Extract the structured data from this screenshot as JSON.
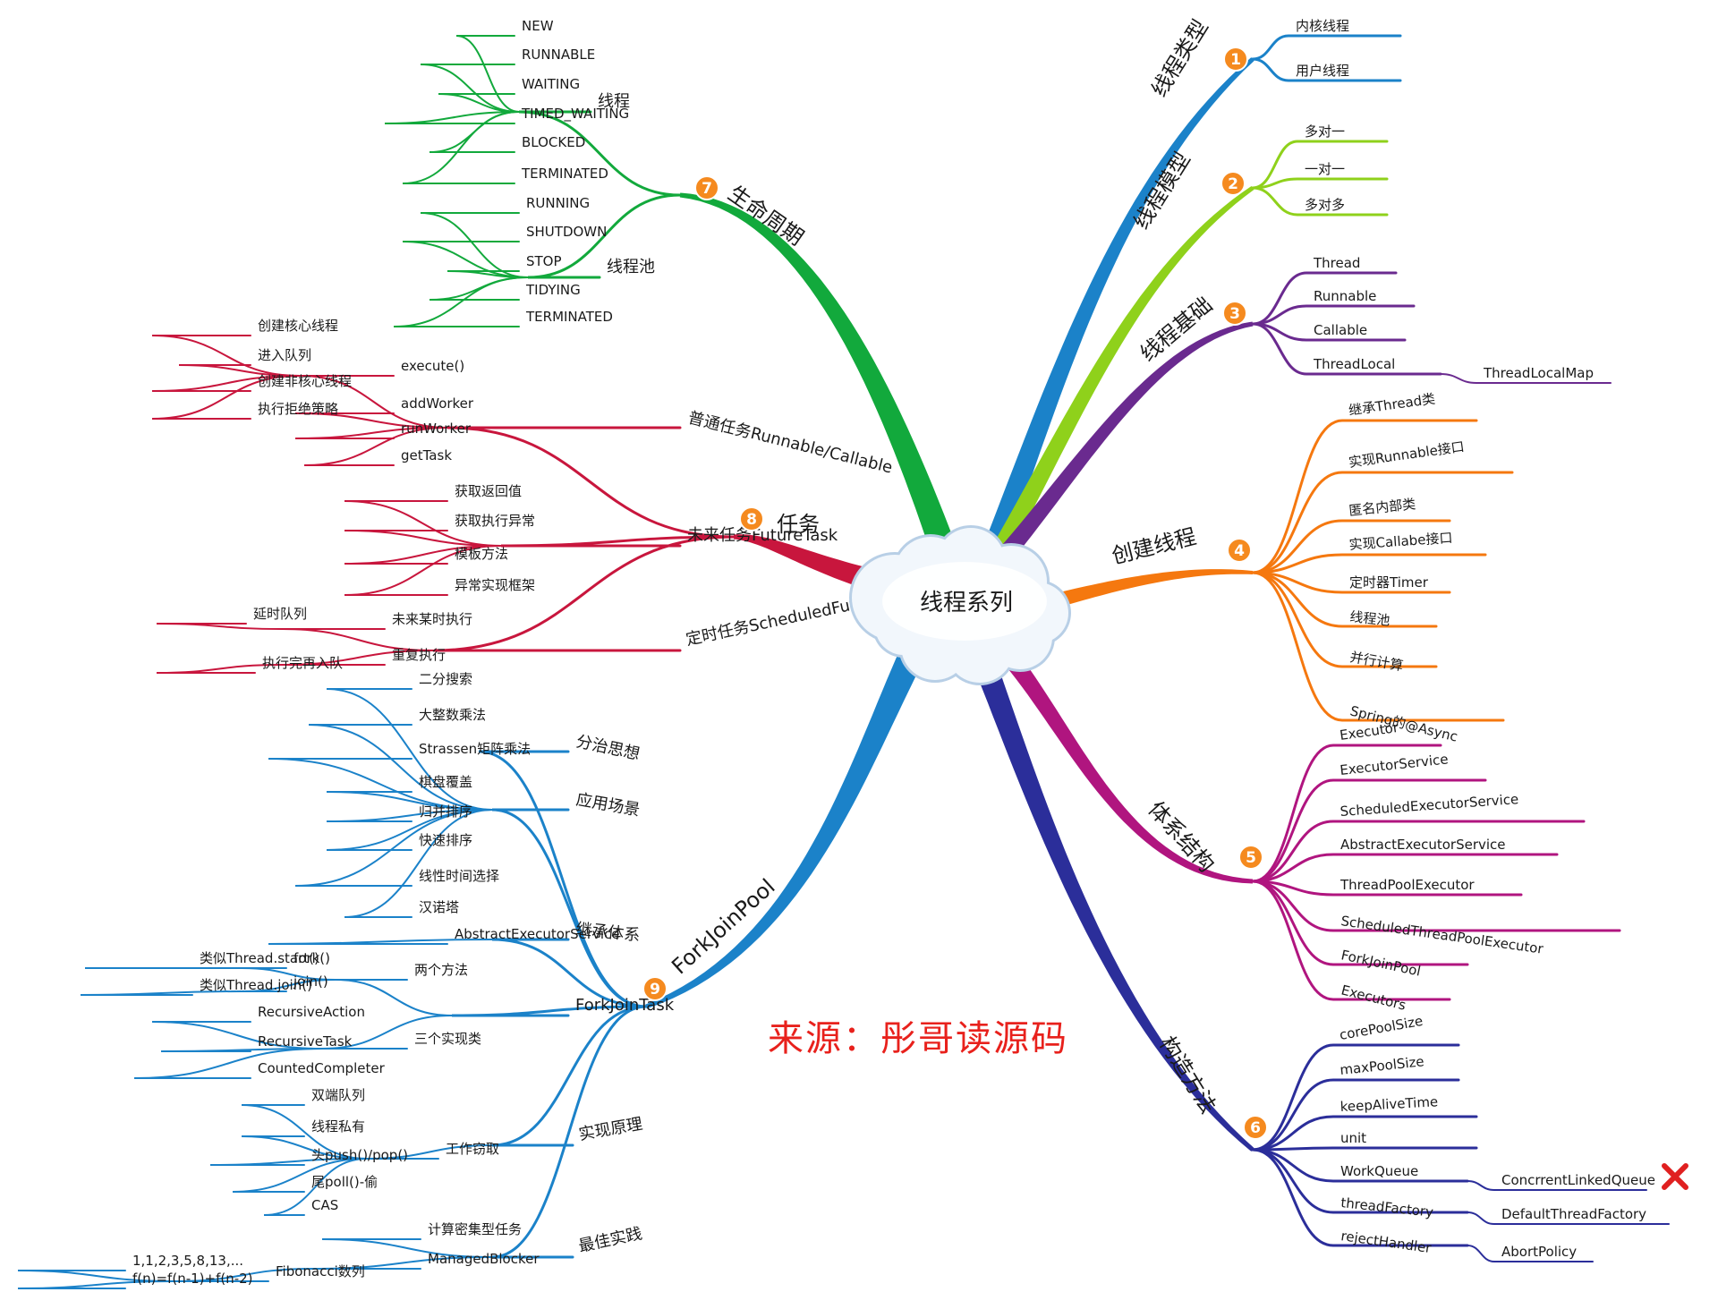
{
  "center": "线程系列",
  "watermark": "来源：彤哥读源码",
  "branches": [
    {
      "id": "b1",
      "number": "1",
      "label": "线程类型",
      "color": "#1b82c9",
      "children": [
        {
          "label": "内核线程"
        },
        {
          "label": "用户线程"
        }
      ]
    },
    {
      "id": "b2",
      "number": "2",
      "label": "线程模型",
      "color": "#8fd11b",
      "children": [
        {
          "label": "多对一"
        },
        {
          "label": "一对一"
        },
        {
          "label": "多对多"
        }
      ]
    },
    {
      "id": "b3",
      "number": "3",
      "label": "线程基础",
      "color": "#6a2a8f",
      "children": [
        {
          "label": "Thread"
        },
        {
          "label": "Runnable"
        },
        {
          "label": "Callable"
        },
        {
          "label": "ThreadLocal",
          "children": [
            {
              "label": "ThreadLocalMap"
            }
          ]
        }
      ]
    },
    {
      "id": "b4",
      "number": "4",
      "label": "创建线程",
      "color": "#f5780f",
      "children": [
        {
          "label": "继承Thread类"
        },
        {
          "label": "实现Runnable接口"
        },
        {
          "label": "匿名内部类"
        },
        {
          "label": "实现Callabe接口"
        },
        {
          "label": "定时器Timer"
        },
        {
          "label": "线程池"
        },
        {
          "label": "并行计算"
        },
        {
          "label": "Spring的@Async"
        }
      ]
    },
    {
      "id": "b5",
      "number": "5",
      "label": "体系结构",
      "color": "#b0157f",
      "children": [
        {
          "label": "Executor"
        },
        {
          "label": "ExecutorService"
        },
        {
          "label": "ScheduledExecutorService"
        },
        {
          "label": "AbstractExecutorService"
        },
        {
          "label": "ThreadPoolExecutor"
        },
        {
          "label": "ScheduledThreadPoolExecutor"
        },
        {
          "label": "ForkJoinPool"
        },
        {
          "label": "Executors"
        }
      ]
    },
    {
      "id": "b6",
      "number": "6",
      "label": "构造方法",
      "color": "#2b2e9a",
      "children": [
        {
          "label": "corePoolSize"
        },
        {
          "label": "maxPoolSize"
        },
        {
          "label": "keepAliveTime"
        },
        {
          "label": "unit"
        },
        {
          "label": "WorkQueue",
          "children": [
            {
              "label": "ConcrrentLinkedQueue"
            }
          ]
        },
        {
          "label": "threadFactory",
          "children": [
            {
              "label": "DefaultThreadFactory"
            }
          ]
        },
        {
          "label": "rejectHandler",
          "children": [
            {
              "label": "AbortPolicy"
            }
          ]
        }
      ]
    },
    {
      "id": "b7",
      "number": "7",
      "label": "生命周期",
      "color": "#12a93c",
      "children": [
        {
          "label": "线程",
          "children": [
            {
              "label": "NEW"
            },
            {
              "label": "RUNNABLE"
            },
            {
              "label": "WAITING"
            },
            {
              "label": "TIMED_WAITING"
            },
            {
              "label": "BLOCKED"
            },
            {
              "label": "TERMINATED"
            }
          ]
        },
        {
          "label": "线程池",
          "children": [
            {
              "label": "RUNNING"
            },
            {
              "label": "SHUTDOWN"
            },
            {
              "label": "STOP"
            },
            {
              "label": "TIDYING"
            },
            {
              "label": "TERMINATED"
            }
          ]
        }
      ]
    },
    {
      "id": "b8",
      "number": "8",
      "label": "任务",
      "color": "#c8163d",
      "children": [
        {
          "label": "普通任务Runnable/Callable",
          "children": [
            {
              "label": "execute()",
              "children": [
                {
                  "label": "创建核心线程"
                },
                {
                  "label": "进入队列"
                },
                {
                  "label": "创建非核心线程"
                },
                {
                  "label": "执行拒绝策略"
                }
              ]
            },
            {
              "label": "addWorker"
            },
            {
              "label": "runWorker"
            },
            {
              "label": "getTask"
            }
          ]
        },
        {
          "label": "未来任务FutureTask",
          "children": [
            {
              "label": "获取返回值"
            },
            {
              "label": "获取执行异常"
            },
            {
              "label": "模板方法"
            },
            {
              "label": "异常实现框架"
            }
          ]
        },
        {
          "label": "定时任务ScheduledFutureTask",
          "children": [
            {
              "label": "未来某时执行",
              "children": [
                {
                  "label": "延时队列"
                }
              ]
            },
            {
              "label": "重复执行",
              "children": [
                {
                  "label": "执行完再入队"
                }
              ]
            }
          ]
        }
      ]
    },
    {
      "id": "b9",
      "number": "9",
      "label": "ForkJoinPool",
      "color": "#1b82c9",
      "children": [
        {
          "label": "分治思想"
        },
        {
          "label": "应用场景",
          "children": [
            {
              "label": "二分搜索"
            },
            {
              "label": "大整数乘法"
            },
            {
              "label": "Strassen矩阵乘法"
            },
            {
              "label": "棋盘覆盖"
            },
            {
              "label": "归并排序"
            },
            {
              "label": "快速排序"
            },
            {
              "label": "线性时间选择"
            },
            {
              "label": "汉诺塔"
            }
          ]
        },
        {
          "label": "继承体系",
          "children": [
            {
              "label": "AbstractExecutorService"
            }
          ]
        },
        {
          "label": "ForkJoinTask",
          "children": [
            {
              "label": "两个方法",
              "children": [
                {
                  "label": "fork()",
                  "children": [
                    {
                      "label": "类似Thread.start()"
                    }
                  ]
                },
                {
                  "label": "join()",
                  "children": [
                    {
                      "label": "类似Thread.join()"
                    }
                  ]
                }
              ]
            },
            {
              "label": "三个实现类",
              "children": [
                {
                  "label": "RecursiveAction"
                },
                {
                  "label": "RecursiveTask"
                },
                {
                  "label": "CountedCompleter"
                }
              ]
            }
          ]
        },
        {
          "label": "实现原理",
          "children": [
            {
              "label": "工作窃取",
              "children": [
                {
                  "label": "双端队列"
                },
                {
                  "label": "线程私有"
                },
                {
                  "label": "头push()/pop()"
                },
                {
                  "label": "尾poll()-偷"
                },
                {
                  "label": "CAS"
                }
              ]
            }
          ]
        },
        {
          "label": "最佳实践",
          "children": [
            {
              "label": "计算密集型任务"
            },
            {
              "label": "ManagedBlocker",
              "children": [
                {
                  "label": "Fibonacci数列",
                  "children": [
                    {
                      "label": "1,1,2,3,5,8,13,..."
                    },
                    {
                      "label": "f(n)=f(n-1)+f(n-2)"
                    }
                  ]
                }
              ]
            }
          ]
        }
      ]
    }
  ]
}
